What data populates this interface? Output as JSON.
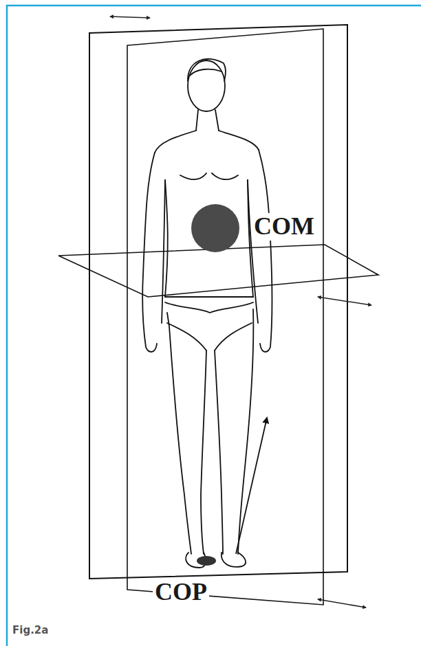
{
  "diagram": {
    "labels": [
      "COM",
      "COP",
      "Fig.2a"
    ]
  }
}
